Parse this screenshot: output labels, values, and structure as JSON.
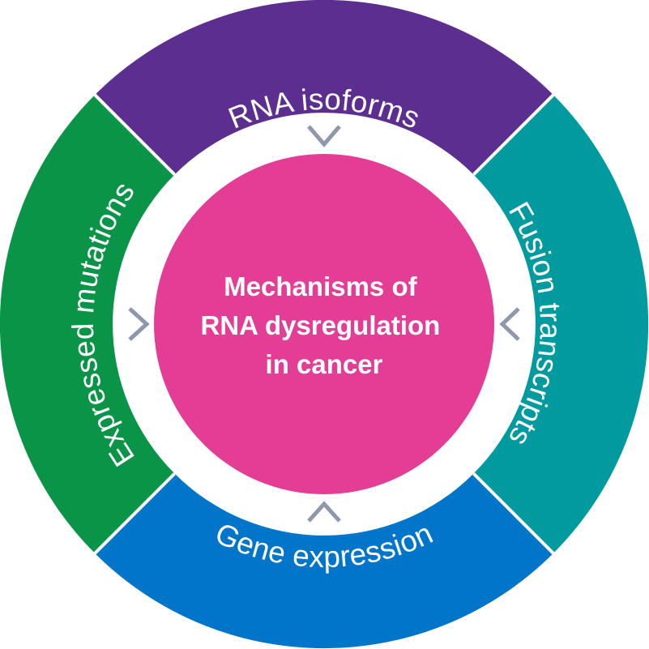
{
  "center": {
    "lines": [
      "Mechanisms of",
      "RNA dysregulation",
      "in cancer"
    ],
    "color": "#E43D96"
  },
  "segments": [
    {
      "id": "top",
      "label": "RNA isoforms",
      "color": "#5B2E8F"
    },
    {
      "id": "right",
      "label": "Fusion transcripts",
      "color": "#009A9F"
    },
    {
      "id": "bottom",
      "label": "Gene expression",
      "color": "#0075C9"
    },
    {
      "id": "left",
      "label": "Expressed mutations",
      "color": "#0A9447"
    }
  ],
  "chevron_color": "#8E97AC"
}
